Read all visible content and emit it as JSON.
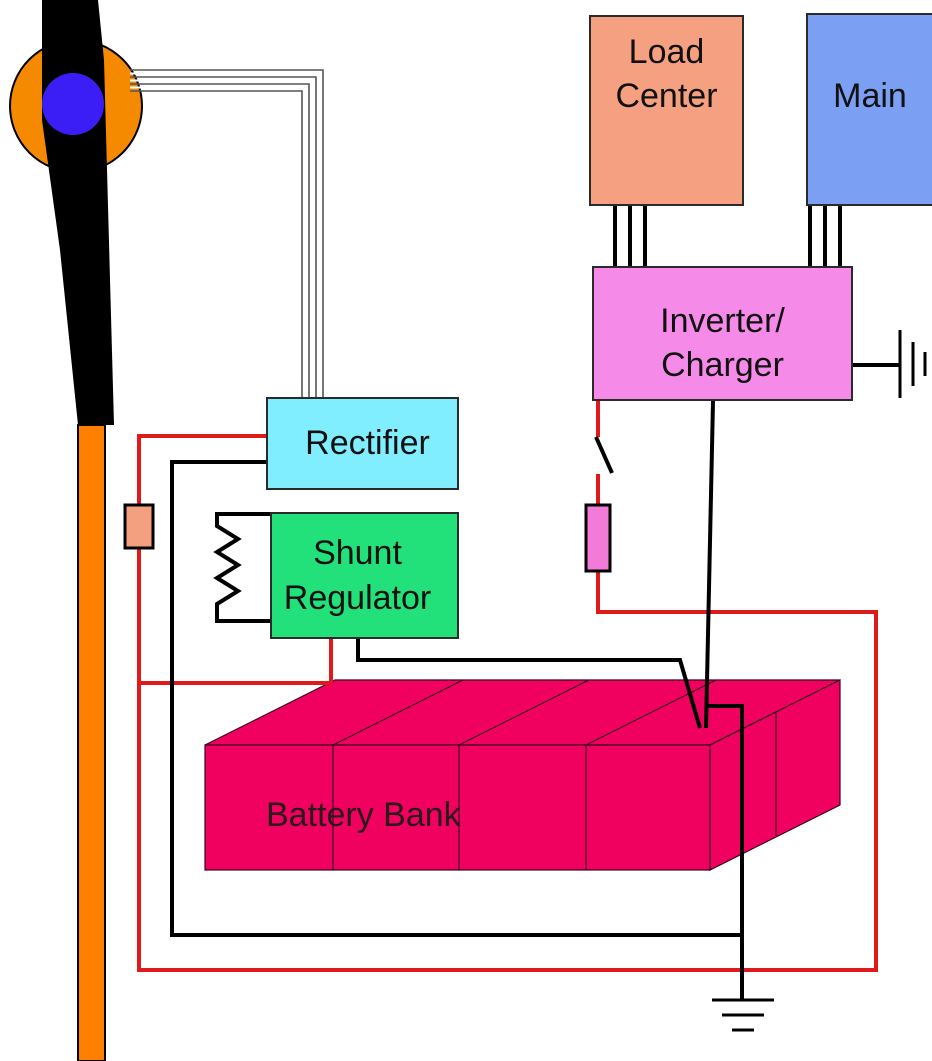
{
  "labels": {
    "load_center": [
      "Load",
      "Center"
    ],
    "main": "Main",
    "inverter_charger": [
      "Inverter/",
      "Charger"
    ],
    "rectifier": "Rectifier",
    "shunt_regulator": [
      "Shunt",
      "Regulator"
    ],
    "battery_bank": "Battery Bank"
  },
  "colors": {
    "tower": "#ff8000",
    "blade": "#000000",
    "hub_ring": "#f58a00",
    "hub": "#3b1ef5",
    "load_center": "#f5a080",
    "main_panel": "#7b9ff2",
    "inverter_charger": "#f68ae8",
    "rectifier": "#80eeff",
    "shunt_regulator": "#22e07a",
    "battery": "#f0005f",
    "positive_wire": "#e01a1a",
    "negative_wire": "#000000",
    "fuse_left": "#f2a080",
    "fuse_right": "#f27ad8"
  },
  "icons": [
    "ground-symbol",
    "resistor-symbol",
    "switch-symbol",
    "fuse-symbol",
    "wind-turbine"
  ]
}
